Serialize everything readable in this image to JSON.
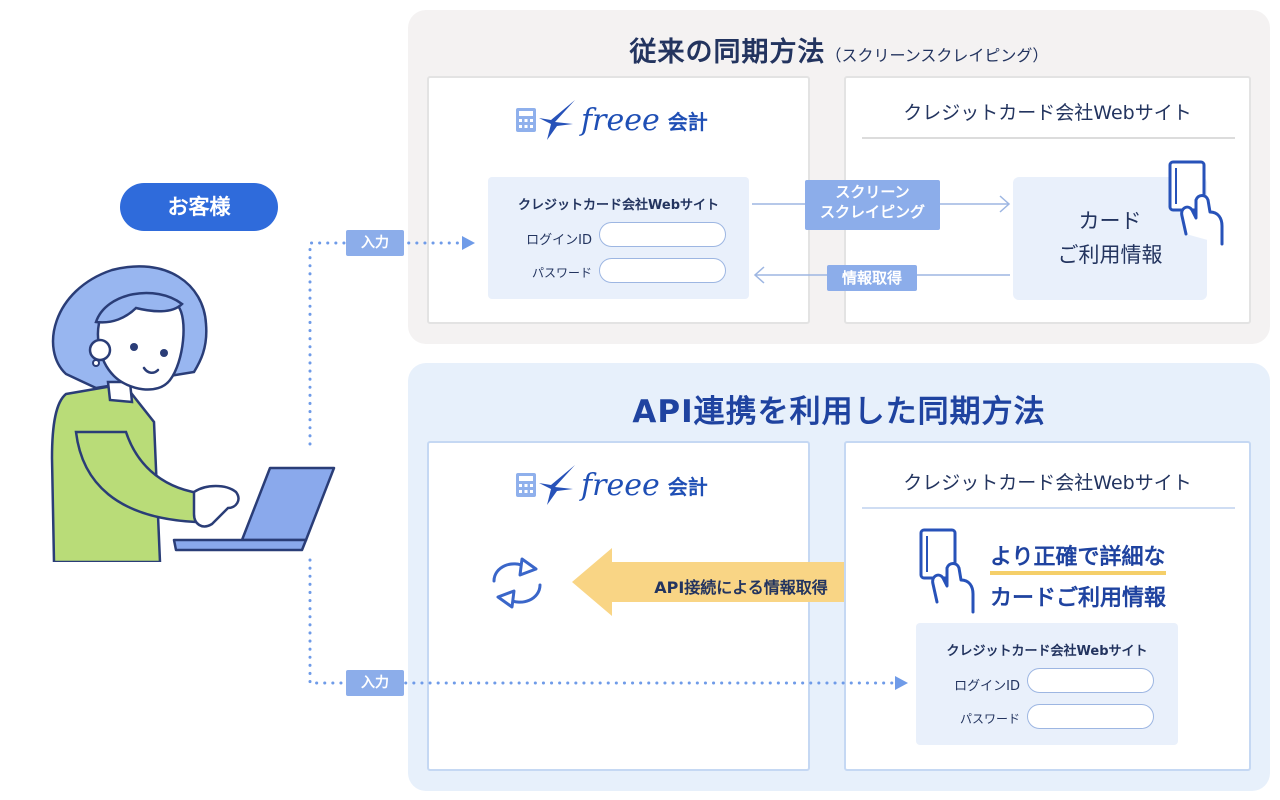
{
  "customer": {
    "label": "お客様"
  },
  "traditional": {
    "title": "従来の同期方法",
    "subtitle": "（スクリーンスクレイピング）",
    "logo_word": "freee",
    "logo_suffix": "会計",
    "login_title": "クレジットカード会社Webサイト",
    "login_id_label": "ログインID",
    "password_label": "パスワード",
    "site_title": "クレジットカード会社Webサイト",
    "card_info_line1": "カード",
    "card_info_line2": "ご利用情報",
    "scraping_line1": "スクリーン",
    "scraping_line2": "スクレイピング",
    "fetch_label": "情報取得",
    "input_label": "入力"
  },
  "api": {
    "title": "API連携を利用した同期方法",
    "logo_word": "freee",
    "logo_suffix": "会計",
    "arrow_label": "API接続による情報取得",
    "site_title": "クレジットカード会社Webサイト",
    "highlight_line1": "より正確で詳細な",
    "highlight_line2": "カードご利用情報",
    "login_title": "クレジットカード会社Webサイト",
    "login_id_label": "ログインID",
    "password_label": "パスワード",
    "input_label": "入力"
  },
  "colors": {
    "primary": "#2f6bdb",
    "navy": "#23345f",
    "tag_blue": "#8cadea",
    "arrow_yellow": "#f9d585",
    "person_green": "#b9dc78",
    "person_hair": "#98b6f0"
  },
  "icons": [
    "calculator-icon",
    "bird-icon",
    "hand-card-icon",
    "sync-icon",
    "laptop-icon"
  ]
}
